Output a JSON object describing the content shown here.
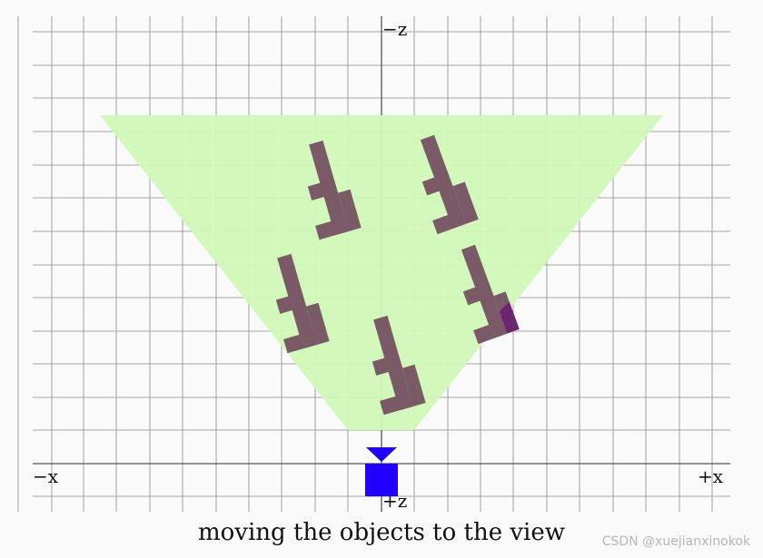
{
  "axes": {
    "neg_z": "−z",
    "pos_z": "+z",
    "neg_x": "−x",
    "pos_x": "+x"
  },
  "caption": "moving the objects to the view",
  "watermark": "CSDN @xuejianxinokok",
  "colors": {
    "background": "#fafafa",
    "grid": "#8a8a8a",
    "frustum": "#d1f8b7",
    "object": "#7a5a66",
    "object_inside": "#7e5f6b",
    "object_clipped_part": "#6a1f74",
    "camera": "#1f00ff"
  },
  "objects": [
    {
      "name": "f-object-1",
      "clipped": false
    },
    {
      "name": "f-object-2",
      "clipped": false
    },
    {
      "name": "f-object-3",
      "clipped": false
    },
    {
      "name": "f-object-4",
      "clipped": true
    },
    {
      "name": "f-object-5",
      "clipped": false
    }
  ]
}
